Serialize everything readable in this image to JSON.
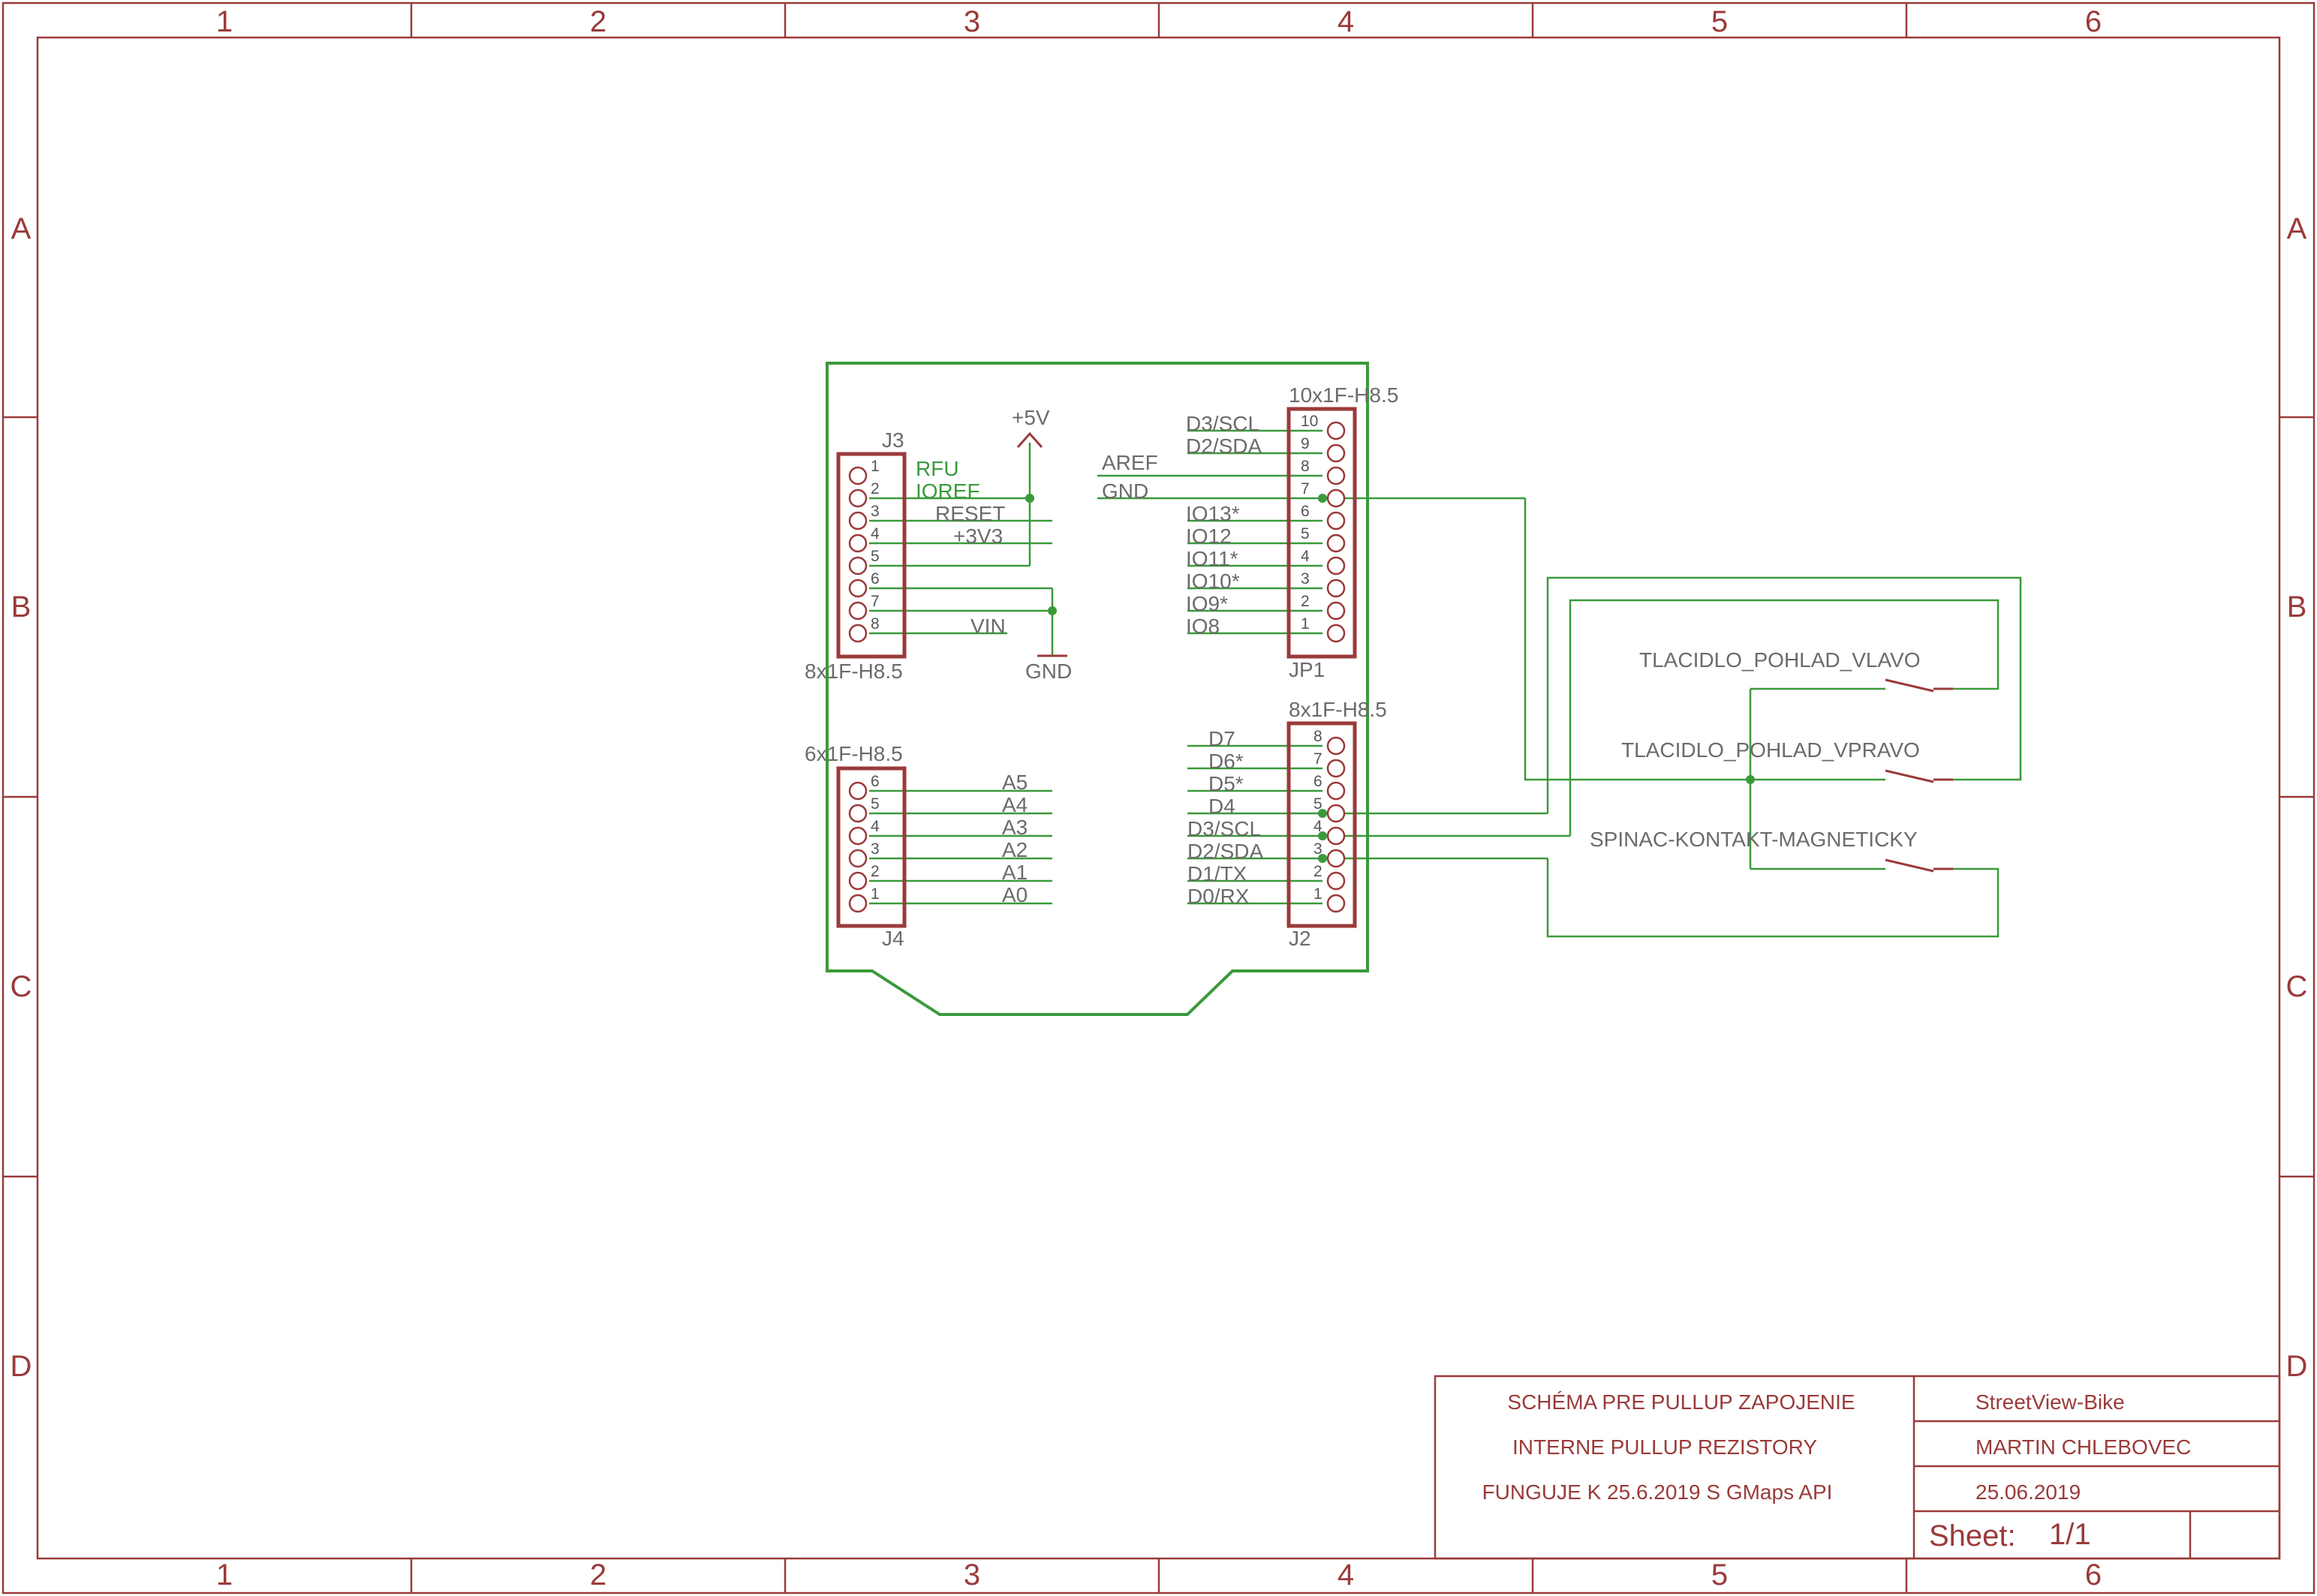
{
  "frame": {
    "columns": [
      "1",
      "2",
      "3",
      "4",
      "5",
      "6"
    ],
    "rows": [
      "A",
      "B",
      "C",
      "D"
    ]
  },
  "connectors": {
    "j3": {
      "name": "J3",
      "value": "8x1F-H8.5",
      "pins": [
        "1",
        "2",
        "3",
        "4",
        "5",
        "6",
        "7",
        "8"
      ]
    },
    "j4": {
      "name": "J4",
      "value": "6x1F-H8.5",
      "pins": [
        "6",
        "5",
        "4",
        "3",
        "2",
        "1"
      ]
    },
    "jp1": {
      "name": "JP1",
      "value": "10x1F-H8.5",
      "pins": [
        "10",
        "9",
        "8",
        "7",
        "6",
        "5",
        "4",
        "3",
        "2",
        "1"
      ]
    },
    "j2": {
      "name": "J2",
      "value": "8x1F-H8.5",
      "pins": [
        "8",
        "7",
        "6",
        "5",
        "4",
        "3",
        "2",
        "1"
      ]
    }
  },
  "nets": {
    "j3": [
      "RFU",
      "IOREF",
      "RESET",
      "+3V3",
      "VIN"
    ],
    "j4": [
      "A5",
      "A4",
      "A3",
      "A2",
      "A1",
      "A0"
    ],
    "jp1": [
      "D3/SCL",
      "D2/SDA",
      "AREF",
      "GND",
      "IO13*",
      "IO12",
      "IO11*",
      "IO10*",
      "IO9*",
      "IO8"
    ],
    "j2": [
      "D7",
      "D6*",
      "D5*",
      "D4",
      "D3/SCL",
      "D2/SDA",
      "D1/TX",
      "D0/RX"
    ]
  },
  "supplies": {
    "vcc": "+5V",
    "gnd": "GND"
  },
  "switches": [
    "TLACIDLO_POHLAD_VLAVO",
    "TLACIDLO_POHLAD_VPRAVO",
    "SPINAC-KONTAKT-MAGNETICKY"
  ],
  "titleblock": {
    "line1": "SCHÉMA PRE PULLUP ZAPOJENIE",
    "line2": "INTERNE PULLUP REZISTORY",
    "line3": "FUNGUJE K 25.6.2019 S GMaps API",
    "project": "StreetView-Bike",
    "author": "MARTIN CHLEBOVEC",
    "date": "25.06.2019",
    "sheet_label": "Sheet:",
    "sheet_value": "1/1"
  },
  "colors": {
    "frame": "#9b3a3a",
    "wire": "#3a9a3a",
    "label": "#6b6b6b"
  }
}
